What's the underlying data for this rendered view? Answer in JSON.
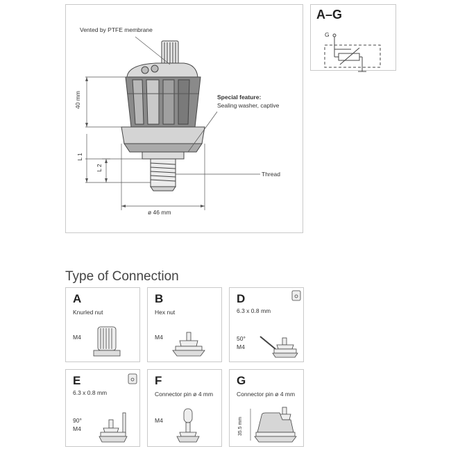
{
  "drawing": {
    "vent_label": "Vented by PTFE membrane",
    "special_feature_title": "Special feature:",
    "special_feature_text": "Sealing washer, captive",
    "dim_height": "40 mm",
    "dim_l1": "L 1",
    "dim_l2": "L 2",
    "thread_label": "Thread",
    "diameter_label": "ø 46 mm"
  },
  "schematic": {
    "title": "A–G",
    "terminal_label": "G"
  },
  "connection": {
    "title": "Type of Connection",
    "cells": [
      {
        "letter": "A",
        "label": "Knurled nut",
        "size": "M4",
        "angle": ""
      },
      {
        "letter": "B",
        "label": "Hex nut",
        "size": "M4",
        "angle": ""
      },
      {
        "letter": "D",
        "label": "6.3 x 0.8 mm",
        "size": "M4",
        "angle": "50°"
      },
      {
        "letter": "E",
        "label": "6.3 x 0.8 mm",
        "size": "M4",
        "angle": "90°"
      },
      {
        "letter": "F",
        "label": "Connector pin ø 4 mm",
        "size": "M4",
        "angle": ""
      },
      {
        "letter": "G",
        "label": "Connector pin ø 4 mm",
        "size": "35.5 mm",
        "angle": ""
      }
    ]
  }
}
